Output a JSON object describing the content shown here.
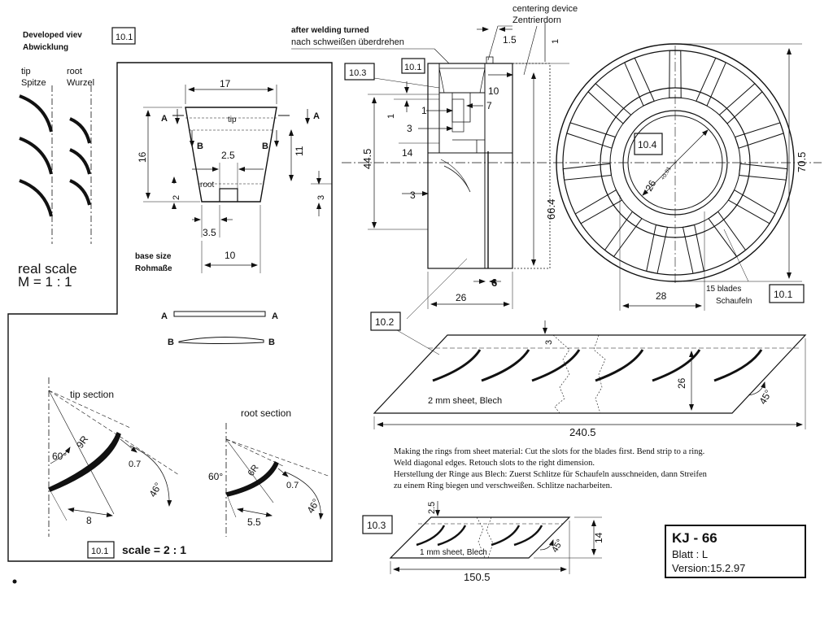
{
  "left_panel": {
    "developed_view": [
      "Developed viev",
      "Abwicklung"
    ],
    "ref_developed": "10.1",
    "tip_label": [
      "tip",
      "Spitze"
    ],
    "root_label": [
      "root",
      "Wurzel"
    ],
    "real_scale": [
      "real scale",
      "M = 1 : 1"
    ]
  },
  "blade_blank": {
    "dim_top": "17",
    "section_a": "A",
    "section_b": "B",
    "tip_word": "tip",
    "root_word": "root",
    "dim_height": "16",
    "dim_11": "11",
    "dim_2_5": "2.5",
    "dim_2": "2",
    "dim_3": "3",
    "dim_3_5": "3.5",
    "dim_10": "10",
    "base_size": [
      "base size",
      "Rohmaße"
    ]
  },
  "sections": {
    "tip_title": "tip section",
    "root_title": "root section",
    "tip_angle": "60°",
    "tip_radius": "9R",
    "tip_thick": "0.7",
    "tip_chord_angle": "46°",
    "tip_len": "8",
    "root_angle": "60°",
    "root_radius": "6R",
    "root_thick": "0.7",
    "root_chord_angle": "46°",
    "root_len": "5.5",
    "ref_scale": "10.1",
    "scale": "scale = 2 : 1"
  },
  "assembly": {
    "welding_note": [
      "after welding turned",
      "nach schweißen überdrehen"
    ],
    "centering_note": [
      "centering device",
      "Zentrierdorn"
    ],
    "dim_1_5": "1.5",
    "dim_1_top": "1",
    "ref_10_3": "10.3",
    "ref_10_1": "10.1",
    "dim_10": "10",
    "dim_1a": "1",
    "dim_1b": "1",
    "dim_7": "7",
    "dim_3a": "3",
    "dim_44_5": "44.5",
    "dim_14": "14",
    "dim_66_4": "66.4",
    "dim_3b": "3",
    "dim_26": "26",
    "dim_6": "6"
  },
  "front_view": {
    "ref_10_4": "10.4",
    "bore": "26",
    "bore_tol": "+0.01",
    "dim_70_5": "70.5",
    "dim_28": "28",
    "blades_note": [
      "15 blades",
      "Schaufeln"
    ],
    "ref_10_1": "10.1"
  },
  "strip_a": {
    "ref": "10.2",
    "dim_3": "3",
    "dim_26": "26",
    "angle": "45°",
    "material": "2 mm sheet, Blech",
    "length": "240.5"
  },
  "notes": [
    "Making the rings from sheet material: Cut the slots for the blades first. Bend strip to a ring.",
    "Weld diagonal edges. Retouch slots to the right dimension.",
    "Herstellung der Ringe aus Blech: Zuerst Schlitze für Schaufeln ausschneiden, dann Streifen",
    "zu einem Ring biegen und verschweißen. Schlitze nacharbeiten."
  ],
  "strip_b": {
    "ref": "10.3",
    "dim_2_5": "2.5",
    "dim_14": "14",
    "angle": "45°",
    "material": "1 mm sheet, Blech",
    "length": "150.5"
  },
  "title_block": {
    "title": "KJ - 66",
    "sheet": "Blatt :    L",
    "version": "Version:15.2.97"
  }
}
